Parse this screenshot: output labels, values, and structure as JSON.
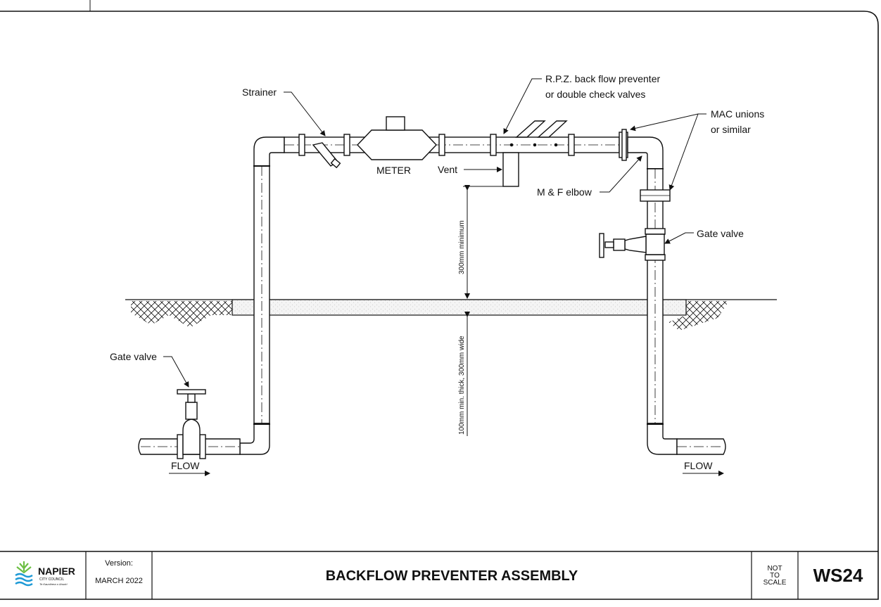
{
  "labels": {
    "strainer": "Strainer",
    "rpz_line1": "R.P.Z. back flow preventer",
    "rpz_line2": "or double check valves",
    "mac_line1": "MAC unions",
    "mac_line2": "or similar",
    "meter": "METER",
    "vent": "Vent",
    "mf_elbow": "M & F elbow",
    "gate_valve_right": "Gate valve",
    "gate_valve_left": "Gate valve",
    "dim_above": "300mm minimum",
    "dim_below": "100mm min. thick, 300mm wide",
    "flow_left": "FLOW",
    "flow_right": "FLOW"
  },
  "title_block": {
    "logo_name": "NAPIER",
    "logo_sub": "CITY COUNCIL",
    "logo_tagline": "Te Kaunihera o Ahuriri",
    "version_label": "Version:",
    "version_value": "MARCH 2022",
    "title": "BACKFLOW PREVENTER ASSEMBLY",
    "scale_line1": "NOT",
    "scale_line2": "TO",
    "scale_line3": "SCALE",
    "drawing_number": "WS24"
  },
  "colors": {
    "line": "#111111",
    "logo_green": "#6dbf44",
    "logo_blue": "#1f9ad6",
    "concrete": "#f2f2f2"
  }
}
